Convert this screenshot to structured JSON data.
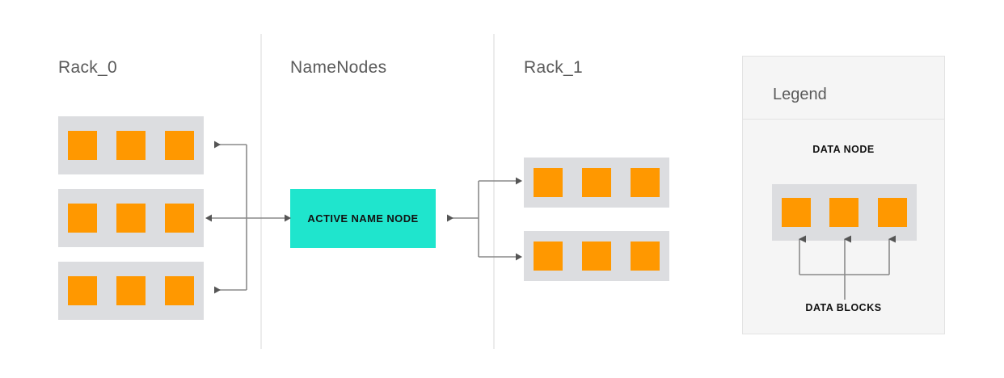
{
  "diagram": {
    "title_rack0": "Rack_0",
    "title_namenodes": "NameNodes",
    "title_rack1": "Rack_1",
    "namenode_label": "ACTIVE NAME NODE",
    "colors": {
      "data_block": "#FF9800",
      "data_node": "#DCDDE0",
      "active_name_node": "#1FE5CD",
      "arrow": "#7a7a7a",
      "divider": "#ECECEC",
      "legend_bg": "#F5F5F5",
      "legend_border": "#E3E3E3",
      "title_text": "#5A5A5A"
    },
    "columns": [
      {
        "name": "rack0",
        "label": "Rack_0",
        "racks": [
          {
            "name": "rack0-node-0",
            "blocks": [
              "block",
              "block",
              "block"
            ]
          },
          {
            "name": "rack0-node-1",
            "blocks": [
              "block",
              "block",
              "block"
            ]
          },
          {
            "name": "rack0-node-2",
            "blocks": [
              "block",
              "block",
              "block"
            ]
          }
        ]
      },
      {
        "name": "namenodes",
        "label": "NameNodes",
        "nodes": [
          "ACTIVE NAME NODE"
        ]
      },
      {
        "name": "rack1",
        "label": "Rack_1",
        "racks": [
          {
            "name": "rack1-node-0",
            "blocks": [
              "block",
              "block",
              "block"
            ]
          },
          {
            "name": "rack1-node-1",
            "blocks": [
              "block",
              "block",
              "block"
            ]
          }
        ]
      }
    ]
  },
  "legend": {
    "title": "Legend",
    "data_node_caption": "DATA NODE",
    "data_blocks_caption": "DATA BLOCKS",
    "sample_blocks": [
      "block",
      "block",
      "block"
    ]
  }
}
